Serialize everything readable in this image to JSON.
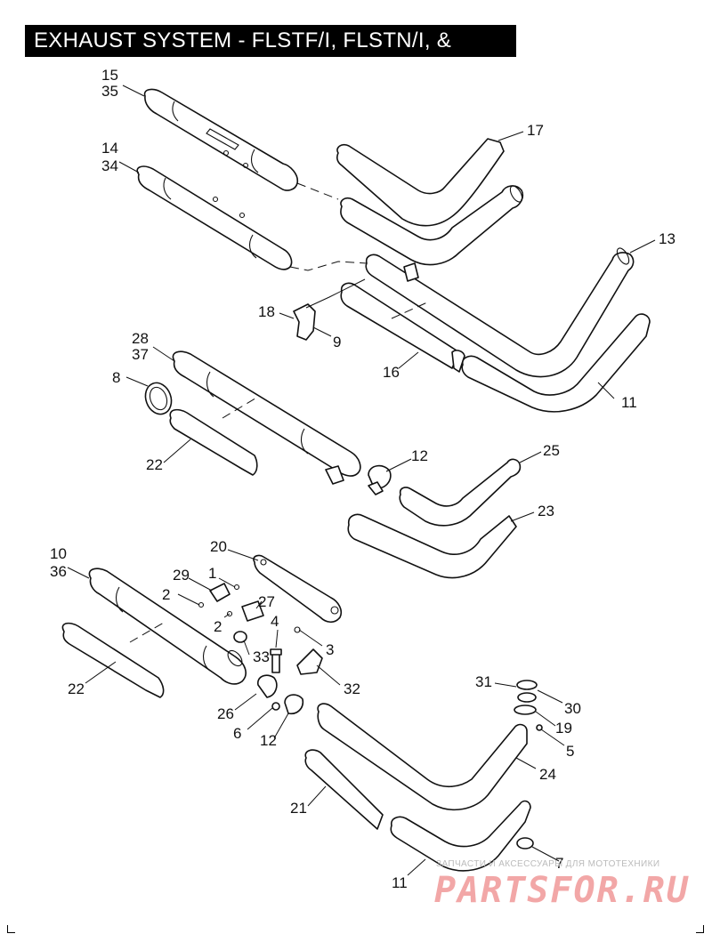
{
  "title": "EXHAUST SYSTEM - FLSTF/I, FLSTN/I, & FXSTD/I",
  "callouts": [
    {
      "id": "c15-35",
      "lines": [
        "15",
        "35"
      ]
    },
    {
      "id": "c14-34",
      "lines": [
        "14",
        "34"
      ]
    },
    {
      "id": "c17",
      "lines": [
        "17"
      ]
    },
    {
      "id": "c13",
      "lines": [
        "13"
      ]
    },
    {
      "id": "c18",
      "lines": [
        "18"
      ]
    },
    {
      "id": "c9",
      "lines": [
        "9"
      ]
    },
    {
      "id": "c16",
      "lines": [
        "16"
      ]
    },
    {
      "id": "c11a",
      "lines": [
        "11"
      ]
    },
    {
      "id": "c28-37",
      "lines": [
        "28",
        "37"
      ]
    },
    {
      "id": "c8",
      "lines": [
        "8"
      ]
    },
    {
      "id": "c22a",
      "lines": [
        "22"
      ]
    },
    {
      "id": "c12a",
      "lines": [
        "12"
      ]
    },
    {
      "id": "c25",
      "lines": [
        "25"
      ]
    },
    {
      "id": "c23",
      "lines": [
        "23"
      ]
    },
    {
      "id": "c10-36",
      "lines": [
        "10",
        "36"
      ]
    },
    {
      "id": "c20",
      "lines": [
        "20"
      ]
    },
    {
      "id": "c29",
      "lines": [
        "29"
      ]
    },
    {
      "id": "c1",
      "lines": [
        "1"
      ]
    },
    {
      "id": "c2a",
      "lines": [
        "2"
      ]
    },
    {
      "id": "c27",
      "lines": [
        "27"
      ]
    },
    {
      "id": "c2b",
      "lines": [
        "2"
      ]
    },
    {
      "id": "c4",
      "lines": [
        "4"
      ]
    },
    {
      "id": "c3",
      "lines": [
        "3"
      ]
    },
    {
      "id": "c33",
      "lines": [
        "33"
      ]
    },
    {
      "id": "c22b",
      "lines": [
        "22"
      ]
    },
    {
      "id": "c32",
      "lines": [
        "32"
      ]
    },
    {
      "id": "c26",
      "lines": [
        "26"
      ]
    },
    {
      "id": "c6",
      "lines": [
        "6"
      ]
    },
    {
      "id": "c12b",
      "lines": [
        "12"
      ]
    },
    {
      "id": "c31",
      "lines": [
        "31"
      ]
    },
    {
      "id": "c30",
      "lines": [
        "30"
      ]
    },
    {
      "id": "c19",
      "lines": [
        "19"
      ]
    },
    {
      "id": "c5",
      "lines": [
        "5"
      ]
    },
    {
      "id": "c24",
      "lines": [
        "24"
      ]
    },
    {
      "id": "c21",
      "lines": [
        "21"
      ]
    },
    {
      "id": "c7",
      "lines": [
        "7"
      ]
    },
    {
      "id": "c11b",
      "lines": [
        "11"
      ]
    }
  ],
  "watermark": {
    "caption": "ЗАПЧАСТИ И АКСЕССУАРЫ ДЛЯ МОТОТЕХНИКИ",
    "logo": "PARTSFOR.RU"
  }
}
